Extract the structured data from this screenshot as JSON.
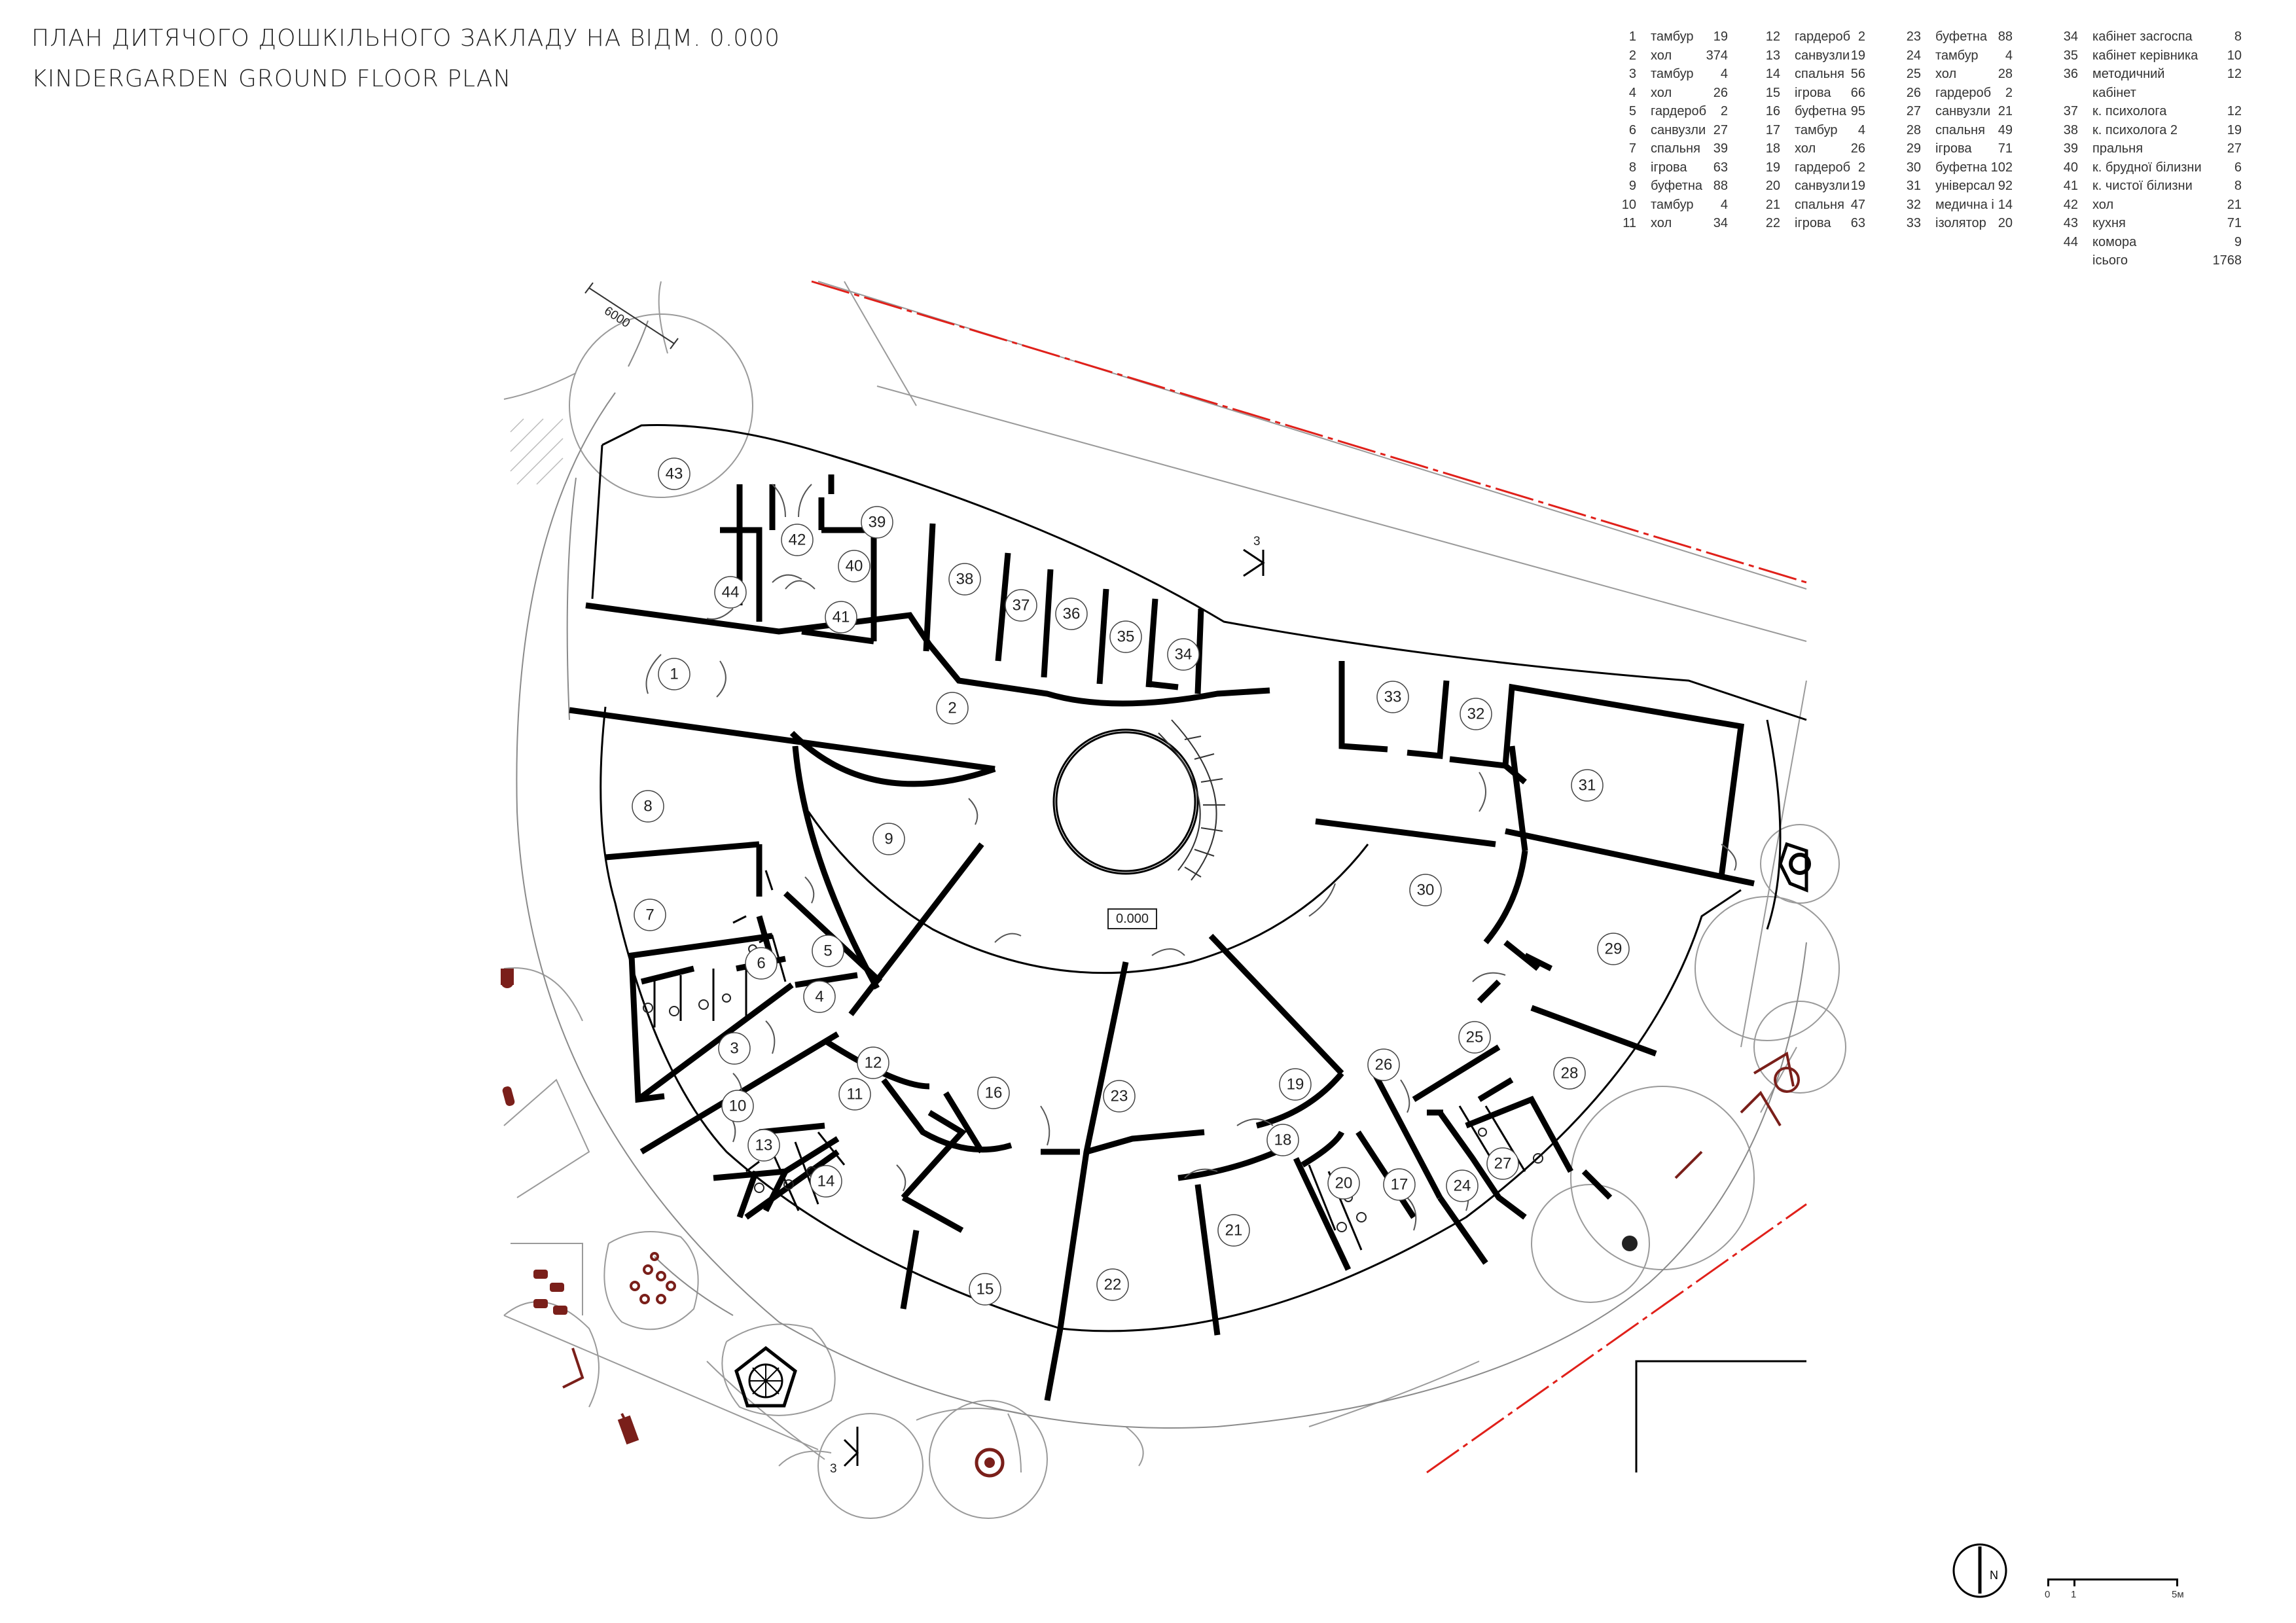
{
  "title": {
    "ua": "ПЛАН ДИТЯЧОГО ДОШКІЛЬНОГО ЗАКЛАДУ НА ВІДМ. 0.000",
    "en": "KINDERGARDEN GROUND FLOOR PLAN"
  },
  "legend": {
    "col1": [
      {
        "n": "1",
        "name": "тамбур",
        "area": "19"
      },
      {
        "n": "2",
        "name": "хол",
        "area": "374"
      },
      {
        "n": "3",
        "name": "тамбур",
        "area": "4"
      },
      {
        "n": "4",
        "name": "хол",
        "area": "26"
      },
      {
        "n": "5",
        "name": "гардероб",
        "area": "2"
      },
      {
        "n": "6",
        "name": "санвузли",
        "area": "27"
      },
      {
        "n": "7",
        "name": "спальня",
        "area": "39"
      },
      {
        "n": "8",
        "name": "ігрова",
        "area": "63"
      },
      {
        "n": "9",
        "name": "буфетна",
        "area": "88"
      },
      {
        "n": "10",
        "name": "тамбур",
        "area": "4"
      },
      {
        "n": "11",
        "name": "хол",
        "area": "34"
      }
    ],
    "col2": [
      {
        "n": "12",
        "name": "гардероб",
        "area": "2"
      },
      {
        "n": "13",
        "name": "санвузли",
        "area": "19"
      },
      {
        "n": "14",
        "name": "спальня",
        "area": "56"
      },
      {
        "n": "15",
        "name": "ігрова",
        "area": "66"
      },
      {
        "n": "16",
        "name": "буфетна",
        "area": "95"
      },
      {
        "n": "17",
        "name": "тамбур",
        "area": "4"
      },
      {
        "n": "18",
        "name": "хол",
        "area": "26"
      },
      {
        "n": "19",
        "name": "гардероб",
        "area": "2"
      },
      {
        "n": "20",
        "name": "санвузли",
        "area": "19"
      },
      {
        "n": "21",
        "name": "спальня",
        "area": "47"
      },
      {
        "n": "22",
        "name": "ігрова",
        "area": "63"
      }
    ],
    "col3": [
      {
        "n": "23",
        "name": "буфетна",
        "area": "88"
      },
      {
        "n": "24",
        "name": "тамбур",
        "area": "4"
      },
      {
        "n": "25",
        "name": "хол",
        "area": "28"
      },
      {
        "n": "26",
        "name": "гардероб",
        "area": "2"
      },
      {
        "n": "27",
        "name": "санвузли",
        "area": "21"
      },
      {
        "n": "28",
        "name": "спальня",
        "area": "49"
      },
      {
        "n": "29",
        "name": "ігрова",
        "area": "71"
      },
      {
        "n": "30",
        "name": "буфетна",
        "area": "102"
      },
      {
        "n": "31",
        "name": "універсал",
        "area": "92"
      },
      {
        "n": "32",
        "name": "медична і",
        "area": "14"
      },
      {
        "n": "33",
        "name": "ізолятор",
        "area": "20"
      }
    ],
    "col4": [
      {
        "n": "34",
        "name": "кабінет засгоспа",
        "area": "8"
      },
      {
        "n": "35",
        "name": "кабінет керівника",
        "area": "10"
      },
      {
        "n": "36",
        "name": "методичний",
        "area": "12"
      },
      {
        "n": "",
        "name": "кабінет",
        "area": ""
      },
      {
        "n": "37",
        "name": "к. психолога",
        "area": "12"
      },
      {
        "n": "38",
        "name": "к. психолога 2",
        "area": "19"
      },
      {
        "n": "39",
        "name": "пральня",
        "area": "27"
      },
      {
        "n": "40",
        "name": "к. брудної білизни",
        "area": "6"
      },
      {
        "n": "41",
        "name": "к. чистої білизни",
        "area": "8"
      },
      {
        "n": "42",
        "name": "хол",
        "area": "21"
      },
      {
        "n": "43",
        "name": "кухня",
        "area": "71"
      },
      {
        "n": "44",
        "name": "комора",
        "area": "9"
      },
      {
        "n": "",
        "name": "ісього",
        "area": "1768"
      }
    ]
  },
  "plan": {
    "level_label": "0.000",
    "dim_label": "6000",
    "section_label_top": "3",
    "section_label_bottom": "3",
    "rooms": [
      {
        "n": "1"
      },
      {
        "n": "2"
      },
      {
        "n": "3"
      },
      {
        "n": "4"
      },
      {
        "n": "5"
      },
      {
        "n": "6"
      },
      {
        "n": "7"
      },
      {
        "n": "8"
      },
      {
        "n": "9"
      },
      {
        "n": "10"
      },
      {
        "n": "11"
      },
      {
        "n": "12"
      },
      {
        "n": "13"
      },
      {
        "n": "14"
      },
      {
        "n": "15"
      },
      {
        "n": "16"
      },
      {
        "n": "17"
      },
      {
        "n": "18"
      },
      {
        "n": "19"
      },
      {
        "n": "20"
      },
      {
        "n": "21"
      },
      {
        "n": "22"
      },
      {
        "n": "23"
      },
      {
        "n": "24"
      },
      {
        "n": "25"
      },
      {
        "n": "26"
      },
      {
        "n": "27"
      },
      {
        "n": "28"
      },
      {
        "n": "29"
      },
      {
        "n": "30"
      },
      {
        "n": "31"
      },
      {
        "n": "32"
      },
      {
        "n": "33"
      },
      {
        "n": "34"
      },
      {
        "n": "35"
      },
      {
        "n": "36"
      },
      {
        "n": "37"
      },
      {
        "n": "38"
      },
      {
        "n": "39"
      },
      {
        "n": "40"
      },
      {
        "n": "41"
      },
      {
        "n": "42"
      },
      {
        "n": "43"
      },
      {
        "n": "44"
      }
    ]
  },
  "north": {
    "label": "N"
  },
  "scale_bar": {
    "t0": "0",
    "t1": "1",
    "t5": "5м"
  },
  "colors": {
    "wall": "#000000",
    "road": "#e0201a",
    "line": "#9a9a9a",
    "equip": "#7a1f1a"
  }
}
